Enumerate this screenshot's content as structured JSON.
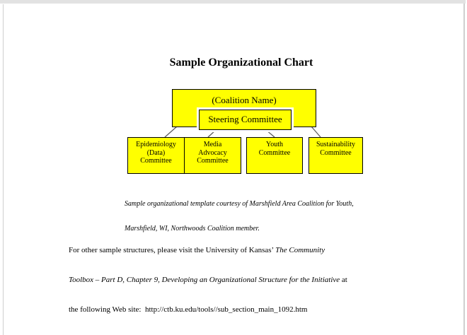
{
  "title": "Sample Organizational Chart",
  "org_chart": {
    "root_label": "(Coalition Name)",
    "steering_label": "Steering Committee",
    "committees": [
      {
        "label": "Epidemiology\n(Data)\nCommittee"
      },
      {
        "label": "Media\nAdvocacy\nCommittee"
      },
      {
        "label": "Youth\nCommittee"
      },
      {
        "label": "Sustainability\nCommittee"
      }
    ]
  },
  "caption": {
    "line1": "Sample organizational template courtesy of Marshfield Area Coalition for Youth,",
    "line2": "Marshfield, WI, Northwoods Coalition member."
  },
  "body_paragraph": {
    "line1_regular": "For other sample structures, please visit the University of Kansas’ ",
    "line1_italic": "The Community",
    "line2_italic": "Toolbox – Part D, Chapter 9, Developing an Organizational Structure for the Initiative",
    "line2_regular": " at",
    "line3": "the following Web site:  http://ctb.ku.edu/tools//sub_section_main_1092.htm",
    "url": "http://ctb.ku.edu/tools//sub_section_main_1092.htm"
  },
  "colors": {
    "box_fill": "#ffff00",
    "box_border": "#000000",
    "connector": "#595959",
    "page_edge": "#e2e2e2",
    "page_edge_line": "#cfcfcf"
  }
}
